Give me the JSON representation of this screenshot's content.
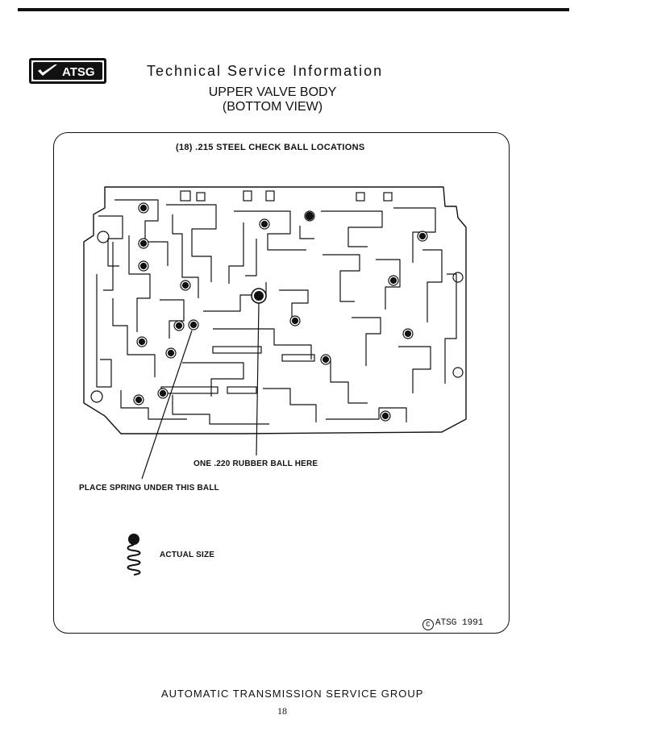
{
  "header": {
    "logo_text": "ATSG",
    "title": "Technical Service Information"
  },
  "document": {
    "title_line1": "UPPER VALVE BODY",
    "title_line2": "(BOTTOM VIEW)"
  },
  "diagram": {
    "check_ball_caption": "(18) .215 STEEL CHECK BALL LOCATIONS",
    "callout_rubber_ball": "ONE .220 RUBBER BALL HERE",
    "callout_spring": "PLACE SPRING UNDER THIS BALL",
    "actual_size_label": "ACTUAL SIZE",
    "copyright": "ATSG 1991"
  },
  "footer": {
    "organization": "AUTOMATIC TRANSMISSION SERVICE GROUP",
    "page_number": "18"
  }
}
